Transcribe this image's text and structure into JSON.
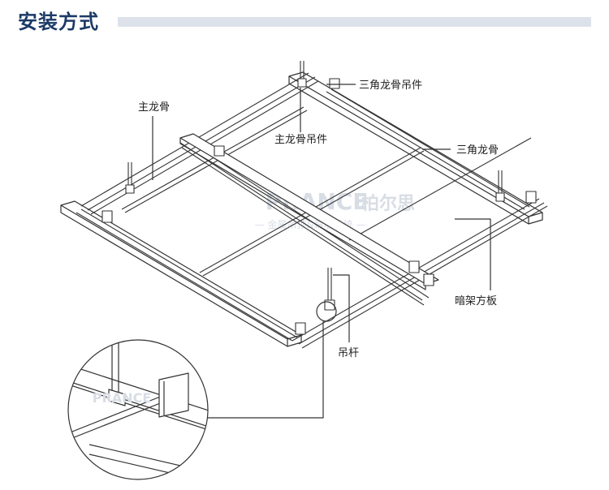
{
  "title": "安装方式",
  "labels": {
    "main_keel": "主龙骨",
    "main_keel_hanger": "主龙骨吊件",
    "triangle_keel_hanger": "三角龙骨吊件",
    "triangle_keel": "三角龙骨",
    "concealed_panel": "暗架方板",
    "hanger_rod": "吊杆"
  },
  "watermark": {
    "brand": "PRANCE",
    "brand_cn": "柏尔思",
    "tagline": "— 金属吊顶&幕墙系统 —"
  },
  "colors": {
    "title": "#1b3a66",
    "title_bar": "#dde2ea",
    "line": "#333333",
    "watermark": "#d8dde5"
  }
}
